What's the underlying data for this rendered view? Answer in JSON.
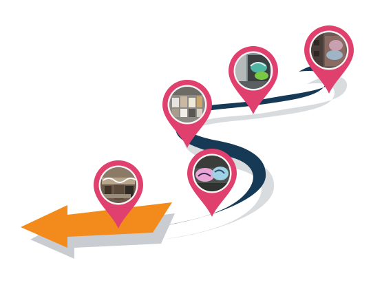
{
  "colors": {
    "road_dark": "#163a55",
    "road_shadow": "#d9dcdf",
    "arrow_orange": "#f28a1c",
    "arrow_shadow": "#c9cdd1",
    "pin_pink": "#e0406e",
    "pin_pink_dark": "#c72f5c",
    "pin_ring": "#f3f3f3"
  },
  "pins": [
    {
      "id": "pin-1",
      "scene": "graffiti-storefront",
      "order": 1
    },
    {
      "id": "pin-2",
      "scene": "graffiti-wall-pink-blue",
      "order": 2
    },
    {
      "id": "pin-3",
      "scene": "poster-wall",
      "order": 3
    },
    {
      "id": "pin-4",
      "scene": "street-mural-alley",
      "order": 4
    },
    {
      "id": "pin-5",
      "scene": "brick-building-mural",
      "order": 5
    }
  ]
}
